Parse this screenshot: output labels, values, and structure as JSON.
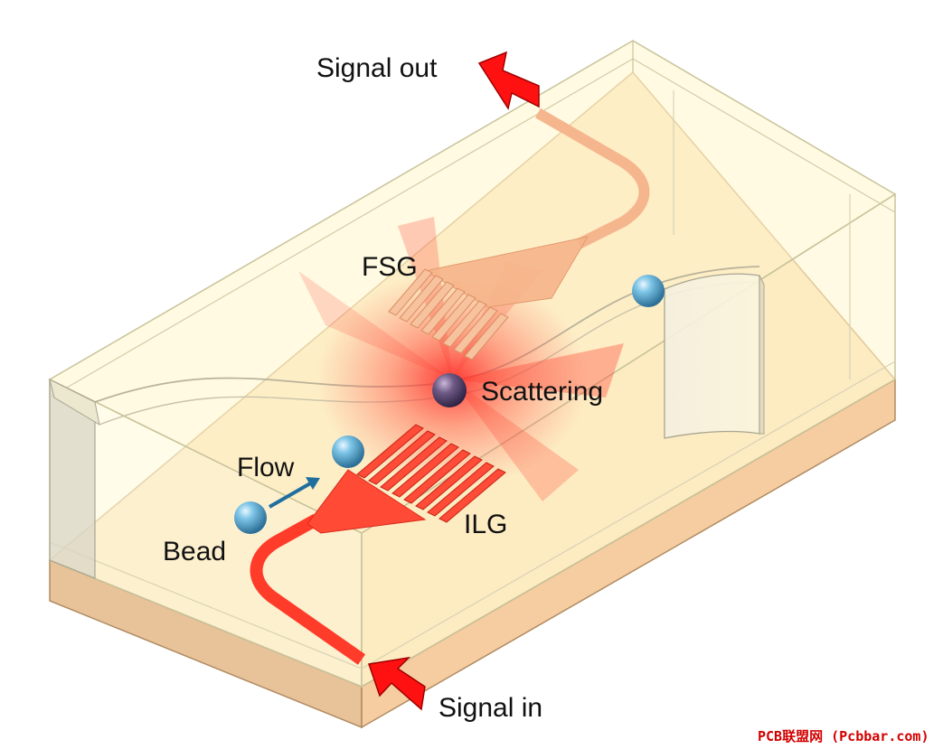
{
  "labels": {
    "signal_out": "Signal out",
    "signal_in": "Signal in",
    "fsg": "FSG",
    "ilg": "ILG",
    "scattering": "Scattering",
    "flow": "Flow",
    "bead": "Bead"
  },
  "watermark": "PCB联盟网 (Pcbbar.com)",
  "colors": {
    "substrate_top": "#fbe4c4",
    "substrate_side": "#f0c89a",
    "waveguide_in": "#ff3b2a",
    "waveguide_out": "#f7b48c",
    "box": "#fff6c8",
    "bead": "#5aa9cf",
    "arrow": "#ff1111",
    "flow_arrow": "#1f6f9e",
    "scatter_glow": "#ff2a2a"
  }
}
